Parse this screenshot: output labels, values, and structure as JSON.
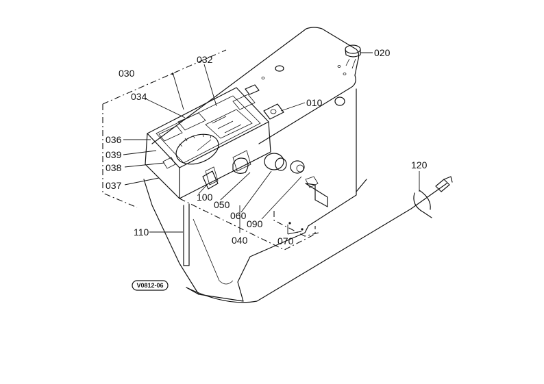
{
  "diagram": {
    "parts": [
      {
        "id": "p020",
        "label": "020"
      },
      {
        "id": "p010",
        "label": "010"
      },
      {
        "id": "p030",
        "label": "030"
      },
      {
        "id": "p032",
        "label": "032"
      },
      {
        "id": "p034",
        "label": "034"
      },
      {
        "id": "p036",
        "label": "036"
      },
      {
        "id": "p039",
        "label": "039"
      },
      {
        "id": "p038",
        "label": "038"
      },
      {
        "id": "p037",
        "label": "037"
      },
      {
        "id": "p100",
        "label": "100"
      },
      {
        "id": "p050",
        "label": "050"
      },
      {
        "id": "p060",
        "label": "060"
      },
      {
        "id": "p090",
        "label": "090"
      },
      {
        "id": "p040",
        "label": "040"
      },
      {
        "id": "p070",
        "label": "070"
      },
      {
        "id": "p110",
        "label": "110"
      },
      {
        "id": "p120",
        "label": "120"
      }
    ],
    "drawing_code": "V0812-06"
  }
}
